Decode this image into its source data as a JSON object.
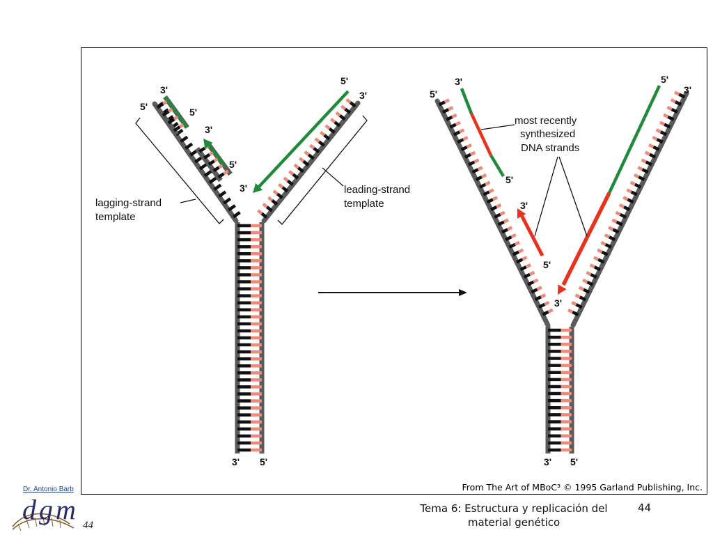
{
  "figure": {
    "left_fork": {
      "labels": {
        "lag_top_3": "3'",
        "lag_top_5": "5'",
        "lag_primer1_5": "5'",
        "lag_primer2_3": "3'",
        "lag_primer2_5": "5'",
        "lead_top_5": "5'",
        "lead_top_3": "3'",
        "lead_tip_3": "3'",
        "stem_bottom_3": "3'",
        "stem_bottom_5": "5'"
      },
      "lagging_template_label": [
        "lagging-strand",
        "template"
      ],
      "leading_template_label": [
        "leading-strand",
        "template"
      ]
    },
    "right_fork": {
      "labels": {
        "lag_top_3": "3'",
        "lag_top_5": "5'",
        "lag_mid_5": "5'",
        "lag_okazaki_3": "3'",
        "lag_okazaki_5": "5'",
        "lead_top_5": "5'",
        "lead_top_3": "3'",
        "lead_tip_3": "3'",
        "stem_bottom_3": "3'",
        "stem_bottom_5": "5'"
      },
      "annotation": [
        "most recently",
        "synthesized",
        "DNA strands"
      ]
    },
    "credit": "From The Art of MBoC³ © 1995 Garland Publishing, Inc.",
    "colors": {
      "backbone": "#5a5a5a",
      "base_black": "#111111",
      "base_salmon": "#f08a78",
      "new_strand_green": "#1f8a3a",
      "newest_strand_red": "#e8321e"
    }
  },
  "footer": {
    "author": "Dr. Antonio Barb",
    "logo": "dgm",
    "logo_number": "44",
    "title_line1": "Tema 6: Estructura y replicación del",
    "title_line2": "material genético",
    "page_number": "44"
  }
}
